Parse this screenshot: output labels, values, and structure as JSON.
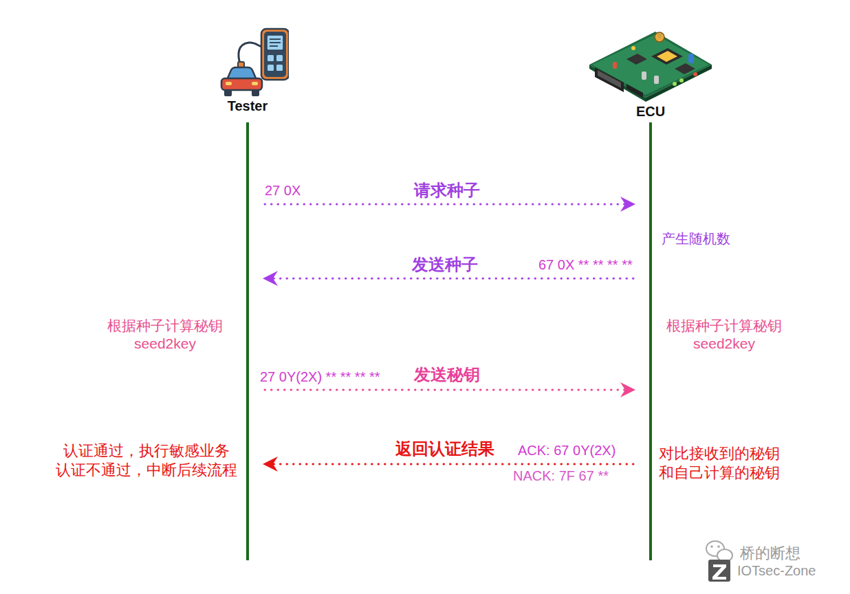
{
  "diagram": {
    "nodes": [
      {
        "text": [
          "Tester"
        ]
      },
      {
        "text": [
          "ECU"
        ]
      }
    ],
    "edges": [
      {
        "from": 0,
        "to": 1,
        "arrow": "to",
        "label": "请求种子"
      },
      {
        "from": 1,
        "to": 0,
        "arrow": "to",
        "label": "发送种子"
      },
      {
        "from": 0,
        "to": 1,
        "arrow": "to",
        "label": "发送秘钥"
      },
      {
        "from": 1,
        "to": 0,
        "arrow": "to",
        "label": "返回认证结果"
      }
    ],
    "labels": [
      "27 0X",
      "产生随机数",
      "67 0X ** ** ** **",
      "根据种子计算秘钥 seed2key",
      "根据种子计算秘钥 seed2key",
      "27 0Y(2X) ** ** ** **",
      "认证通过，执行敏感业务 认证不通过，中断后续流程",
      "ACK: 67 0Y(2X)",
      "NACK: 7F 67 **",
      "对比接收到的秘钥 和自己计算的秘钥",
      "桥的断想",
      "IOTsec-Zone"
    ]
  }
}
